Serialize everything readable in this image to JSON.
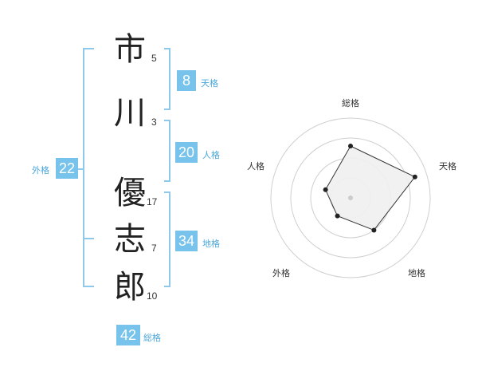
{
  "name_chars": [
    {
      "char": "市",
      "strokes": "5"
    },
    {
      "char": "川",
      "strokes": "3"
    },
    {
      "char": "優",
      "strokes": "17"
    },
    {
      "char": "志",
      "strokes": "7"
    },
    {
      "char": "郎",
      "strokes": "10"
    }
  ],
  "fortunes": {
    "tenkaku": {
      "value": "8",
      "label": "天格"
    },
    "jinkaku": {
      "value": "20",
      "label": "人格"
    },
    "chikaku": {
      "value": "34",
      "label": "地格"
    },
    "gaikaku": {
      "value": "22",
      "label": "外格"
    },
    "soukaku": {
      "value": "42",
      "label": "総格"
    }
  },
  "radar": {
    "labels": [
      "総格",
      "天格",
      "地格",
      "外格",
      "人格"
    ],
    "values": [
      0.65,
      0.85,
      0.5,
      0.28,
      0.33
    ],
    "rings": 4,
    "accent": "#77c3ec"
  }
}
